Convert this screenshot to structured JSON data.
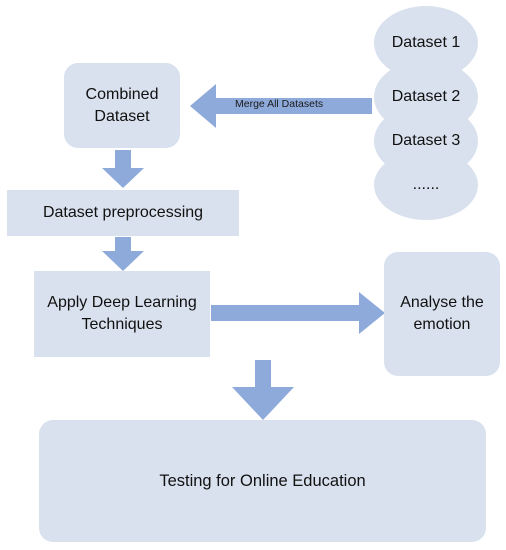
{
  "colors": {
    "box_fill": "#d9e1ee",
    "arrow_fill": "#8eaadb",
    "text": "#111111"
  },
  "datasets": [
    "Dataset 1",
    "Dataset 2",
    "Dataset 3",
    "......"
  ],
  "merge_label": "Merge All Datasets",
  "combined": {
    "line1": "Combined",
    "line2": "Dataset"
  },
  "preprocessing": "Dataset preprocessing",
  "deep_learning": {
    "line1": "Apply Deep Learning",
    "line2": "Techniques"
  },
  "analyse": {
    "line1": "Analyse the",
    "line2": "emotion"
  },
  "testing": "Testing for Online Education"
}
